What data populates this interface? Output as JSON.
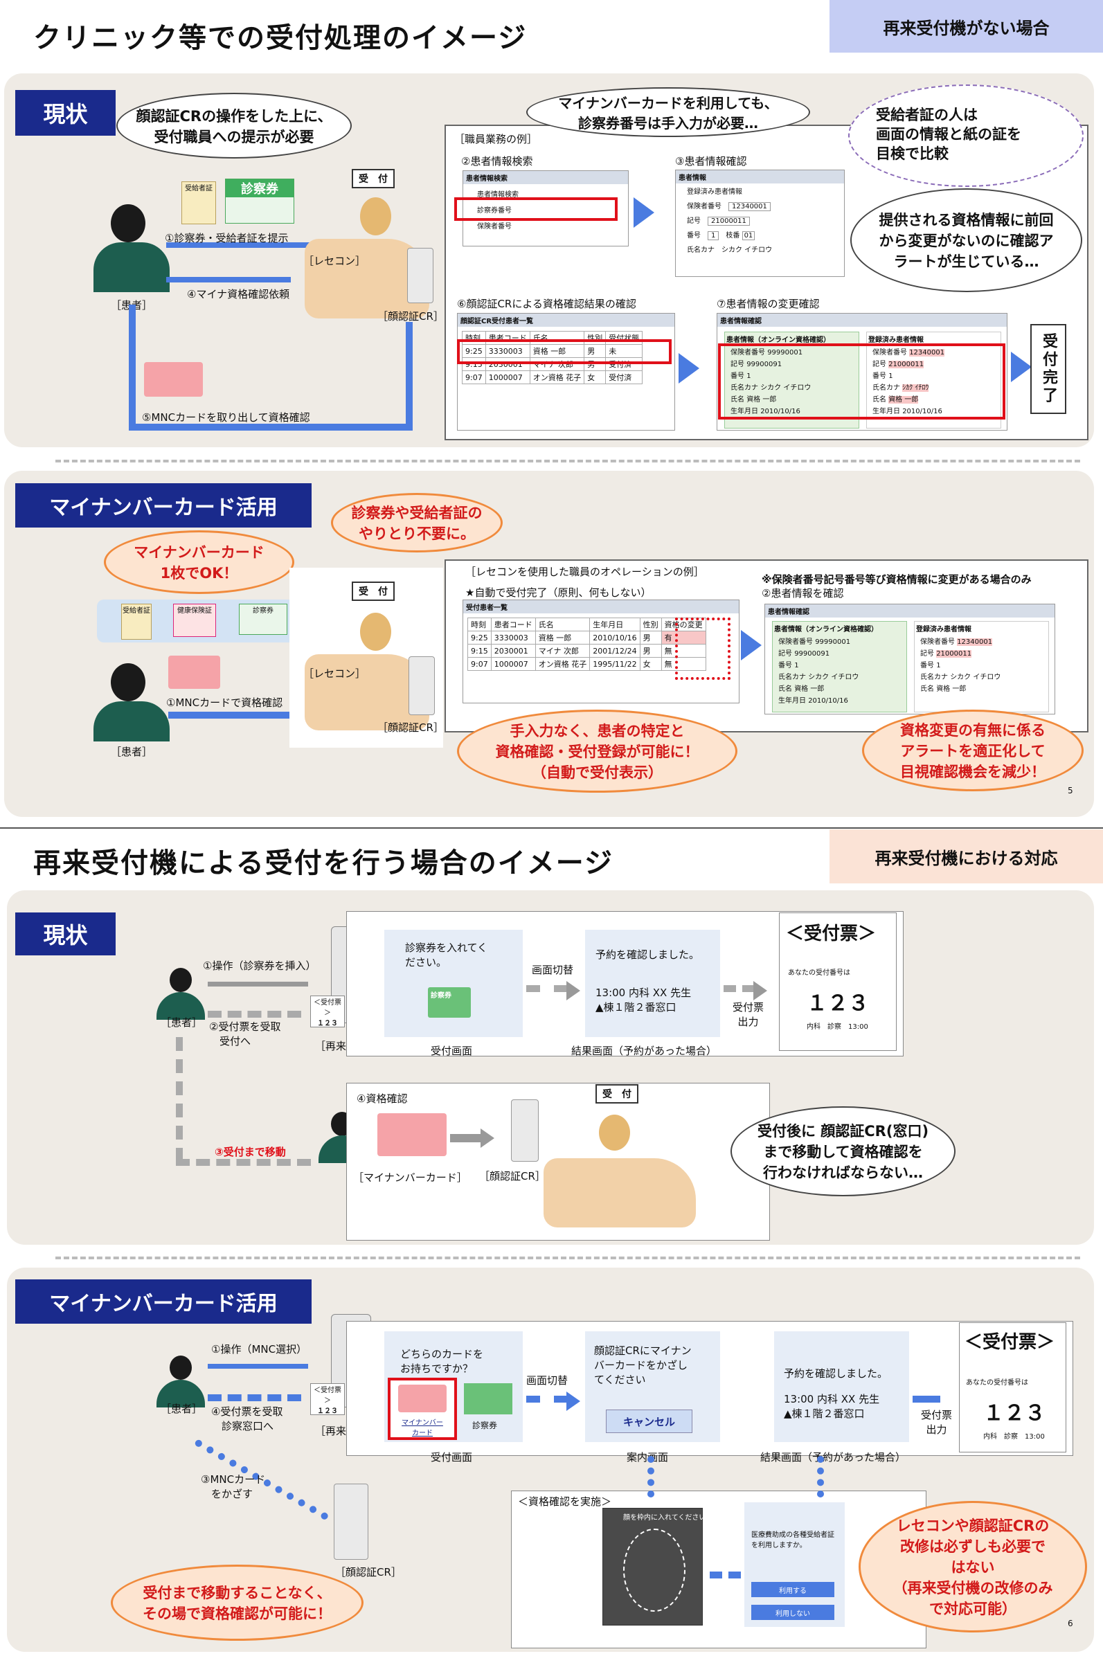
{
  "slide1": {
    "title": "クリニック等での受付処理のイメージ",
    "tag": "再来受付機がない場合",
    "tag_color": "#c5cdf4",
    "current": {
      "label": "現状",
      "bubble": "顔認証CRの操作をした上に、\n受付職員への提示が必要",
      "card_label1": "受給者証",
      "card_label2": "診察券",
      "step1": "①診察券・受給者証を提示",
      "step4": "④マイナ資格確認依頼",
      "step5": "⑤MNCカードを取り出して資格確認",
      "patient": "［患者］",
      "reception": "受　付",
      "recepcon": "［レセコン］",
      "facecr": "［顔認証CR］",
      "bubble_top": "マイナンバーカードを利用しても、\n診察券番号は手入力が必要…",
      "cloud": "受給者証の人は\n画面の情報と紙の証を\n目検で比較",
      "alert_bubble": "提供される資格情報に前回\nから変更がないのに確認ア\nラートが生じている…",
      "staff_example": "［職員業務の例］",
      "s2": "②患者情報検索",
      "s3": "③患者情報確認",
      "s6": "⑥顔認証CRによる資格確認結果の確認",
      "s7": "⑦患者情報の変更確認",
      "win_search": "患者情報検索",
      "search_rows": [
        "患者情報検索",
        "診察券番号",
        "保険者番号"
      ],
      "win_confirm": "患者情報",
      "confirm_rows": [
        {
          "label": "登録済み患者情報",
          "value": ""
        },
        {
          "label": "保険者番号",
          "value": "12340001"
        },
        {
          "label": "記号",
          "value": "21000011"
        },
        {
          "label": "番号",
          "value": "1"
        },
        {
          "label": "氏名カナ",
          "value": "シカク イチロウ"
        }
      ],
      "branch": "枝番",
      "branch_val": "01",
      "win_list": "顔認証CR受付患者一覧",
      "list_rows": [
        [
          "時刻",
          "患者コード",
          "氏名",
          "性別",
          "受付状態"
        ],
        [
          "9:25",
          "3330003",
          "資格 一郎",
          "男",
          "未"
        ],
        [
          "9:15",
          "2030001",
          "マイナ 次郎",
          "男",
          "受付済"
        ],
        [
          "9:07",
          "1000007",
          "オン資格 花子",
          "女",
          "受付済"
        ]
      ],
      "win_change": "患者情報確認",
      "change_left_title": "患者情報（オンライン資格確認）",
      "change_right_title": "登録済み患者情報",
      "change_left": [
        [
          "保険者番号",
          "99990001"
        ],
        [
          "記号",
          "99900091"
        ],
        [
          "番号",
          "1"
        ],
        [
          "氏名カナ",
          "シカク イチロウ"
        ],
        [
          "氏名",
          "資格 一郎"
        ],
        [
          "生年月日",
          "2010/10/16"
        ]
      ],
      "change_right": [
        [
          "保険者番号",
          "12340001"
        ],
        [
          "記号",
          "21000011"
        ],
        [
          "番号",
          "1"
        ],
        [
          "氏名カナ",
          "ｼｶｸ ｲﾁﾛｳ"
        ],
        [
          "氏名",
          "資格 一郎"
        ],
        [
          "生年月日",
          "2010/10/16"
        ]
      ],
      "done": "受付完了"
    },
    "mnc": {
      "label": "マイナンバーカード活用",
      "bubble_one": "マイナンバーカード\n1枚でOK！",
      "bubble_no": "診察券や受給者証の\nやりとり不要に。",
      "card_labels": [
        "受給者証",
        "健康保険証",
        "診察券"
      ],
      "step1": "①MNCカードで資格確認",
      "patient": "［患者］",
      "reception": "受　付",
      "recepcon": "［レセコン］",
      "facecr": "［顔認証CR］",
      "ops_title": "［レセコンを使用した職員のオペレーションの例］",
      "auto": "★自動で受付完了（原則、何もしない）",
      "only_if": "※保険者番号記号番号等び資格情報に変更がある場合のみ",
      "s2": "②患者情報を確認",
      "win_list": "受付患者一覧",
      "list_rows": [
        [
          "時刻",
          "患者コード",
          "氏名",
          "生年月日",
          "性別",
          "資格の変更"
        ],
        [
          "9:25",
          "3330003",
          "資格 一郎",
          "2010/10/16",
          "男",
          "有"
        ],
        [
          "9:15",
          "2030001",
          "マイナ 次郎",
          "2001/12/24",
          "男",
          "無"
        ],
        [
          "9:07",
          "1000007",
          "オン資格 花子",
          "1995/11/22",
          "女",
          "無"
        ]
      ],
      "win_change": "患者情報確認",
      "change_left_title": "患者情報（オンライン資格確認）",
      "change_right_title": "登録済み患者情報",
      "change_left": [
        [
          "保険者番号",
          "99990001"
        ],
        [
          "記号",
          "99900091"
        ],
        [
          "番号",
          "1"
        ],
        [
          "氏名カナ",
          "シカク イチロウ"
        ],
        [
          "氏名",
          "資格 一郎"
        ],
        [
          "生年月日",
          "2010/10/16"
        ]
      ],
      "change_right": [
        [
          "保険者番号",
          "12340001"
        ],
        [
          "記号",
          "21000011"
        ],
        [
          "番号",
          "1"
        ],
        [
          "氏名カナ",
          "シカク イチロウ"
        ],
        [
          "氏名",
          "資格 一郎"
        ]
      ],
      "oval1": "手入力なく、患者の特定と\n資格確認・受付登録が可能に！\n（自動で受付表示）",
      "oval2": "資格変更の有無に係る\nアラートを適正化して\n目視確認機会を減少！"
    },
    "page": "5"
  },
  "slide2": {
    "title": "再来受付機による受付を行う場合のイメージ",
    "tag": "再来受付機における対応",
    "tag_color": "#fbe3d6",
    "current": {
      "label": "現状",
      "step1": "①操作（診察券を挿入）",
      "step2": "②受付票を受取\n　受付へ",
      "step3": "③受付まで移動",
      "step4": "④資格確認",
      "patient": "［患者］",
      "kiosk": "［再来受付機］",
      "screen1_text": "診察券を入れてく\nださい。",
      "screen1_card": "診察券",
      "screen1_cap": "受付画面",
      "switch": "画面切替",
      "screen2_text": "予約を確認しました。",
      "screen2_detail": "13:00 内科 XX 先生\n▲棟１階２番窓口",
      "screen2_cap": "結果画面（予約があった場合）",
      "ticket_out": "受付票\n出力",
      "ticket_title": "＜受付票＞",
      "ticket_sub": "あなたの受付番号は",
      "ticket_num": "１２３",
      "ticket_foot": "内科　診察　13:00",
      "mini_ticket": "＜受付票＞",
      "mini_num": "１２３",
      "mnc_label": "［マイナンバーカード］",
      "facecr": "［顔認証CR］",
      "reception": "受　付",
      "oval": "受付後に 顔認証CR(窓口)\nまで移動して資格確認を\n行わなければならない…"
    },
    "mnc": {
      "label": "マイナンバーカード活用",
      "step1": "①操作（MNC選択）",
      "step4": "④受付票を受取\n　診察窓口へ",
      "step3": "③MNCカード\n　をかざす",
      "patient": "［患者］",
      "kiosk": "［再来受付機］",
      "facecr": "［顔認証CR］",
      "screen1_text": "どちらのカードを\nお持ちですか？",
      "mnc_btn": "マイナンバー\nカード",
      "card_btn": "診察券",
      "screen1_cap": "受付画面",
      "switch": "画面切替",
      "screen2_text": "顔認証CRにマイナン\nバーカードをかざし\nてください",
      "cancel": "キャンセル",
      "screen2_cap": "案内画面",
      "screen3_text": "予約を確認しました。",
      "screen3_detail": "13:00 内科 XX 先生\n▲棟１階２番窓口",
      "screen3_cap": "結果画面（予約があった場合）",
      "ticket_out": "受付票\n出力",
      "ticket_title": "＜受付票＞",
      "ticket_sub": "あなたの受付番号は",
      "ticket_num": "１２３",
      "ticket_foot": "内科　診察　13:00",
      "mini_ticket": "＜受付票＞",
      "mini_num": "１２３",
      "verify_title": "＜資格確認を実施＞",
      "face_frame": "顔を枠内に入れてください。",
      "consent": "医療費助成の各種受給者証\nを利用しますか。",
      "use": "利用する",
      "no_use": "利用しない",
      "oval_left": "受付まで移動することなく、\nその場で資格確認が可能に！",
      "oval_right": "レセコンや顔認証CRの\n改修は必ずしも必要で\nはない\n（再来受付機の改修のみ\nで対応可能）"
    },
    "page": "6"
  }
}
